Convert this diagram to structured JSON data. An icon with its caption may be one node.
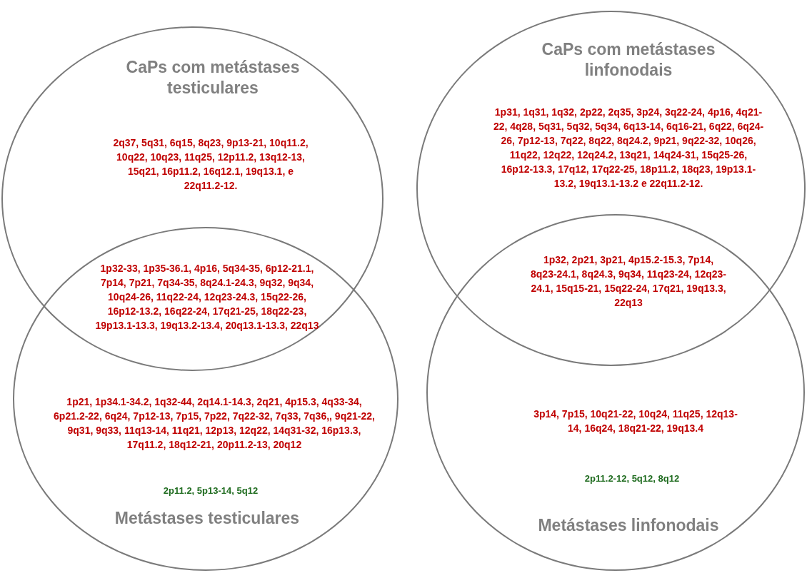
{
  "diagram": {
    "nodes": [
      {
        "text": [
          "CaPs com metástases testiculares",
          "2q37, 5q31, 6q15, 8q23, 9p13-21, 10q11.2, 10q22, 10q23, 11q25, 12p11.2, 13q12-13, 15q21, 16p11.2, 16q12.1, 19q13.1, e 22q11.2-12."
        ]
      },
      {
        "text": [
          "1p21, 1p34.1-34.2, 1q32-44, 2q14.1-14.3, 2q21, 4p15.3, 4q33-34, 6p21.2-22, 6q24, 7p12-13, 7p15, 7p22, 7q22-32, 7q33, 7q36,, 9q21-22, 9q31, 9q33, 11q13-14, 11q21, 12p13, 12q22, 14q31-32, 16p13.3, 17q11.2, 18q12-21, 20p11.2-13, 20q12",
          "2p11.2, 5p13-14, 5q12",
          "Metástases testiculares"
        ]
      },
      {
        "text": [
          "CaPs com metástases linfonodais",
          "1p31, 1q31, 1q32, 2p22, 2q35, 3p24, 3q22-24, 4p16, 4q21-22, 4q28, 5q31, 5q32, 5q34, 6q13-14, 6q16-21, 6q22, 6q24-26, 7p12-13, 7q22, 8q22, 8q24.2, 9p21, 9q22-32, 10q26, 11q22, 12q22, 12q24.2, 13q21, 14q24-31, 15q25-26, 16p12-13.3, 17q12, 17q22-25, 18p11.2, 18q23, 19p13.1-13.2, 19q13.1-13.2 e 22q11.2-12."
        ]
      },
      {
        "text": [
          "3p14, 7p15, 10q21-22, 10q24, 11q25, 12q13-14, 16q24, 18q21-22, 19q13.4",
          "2p11.2-12, 5q12, 8q12",
          "Metástases linfonodais"
        ]
      }
    ],
    "labels": [
      "1p32-33, 1p35-36.1, 4p16, 5q34-35, 6p12-21.1, 7p14, 7p21, 7q34-35, 8q24.1-24.3, 9q32, 9q34, 10q24-26, 11q22-24, 12q23-24.3, 15q22-26, 16p12-13.2, 16q22-24, 17q21-25, 18q22-23, 19p13.1-13.3, 19q13.2-13.4, 20q13.1-13.3, 22q13",
      "1p32, 2p21, 3p21, 4p15.2-15.3, 7p14, 8q23-24.1, 8q24.3, 9q34, 11q23-24, 12q23-24.1, 15q15-21, 15q22-24, 17q21, 19q13.3, 22q13"
    ]
  }
}
